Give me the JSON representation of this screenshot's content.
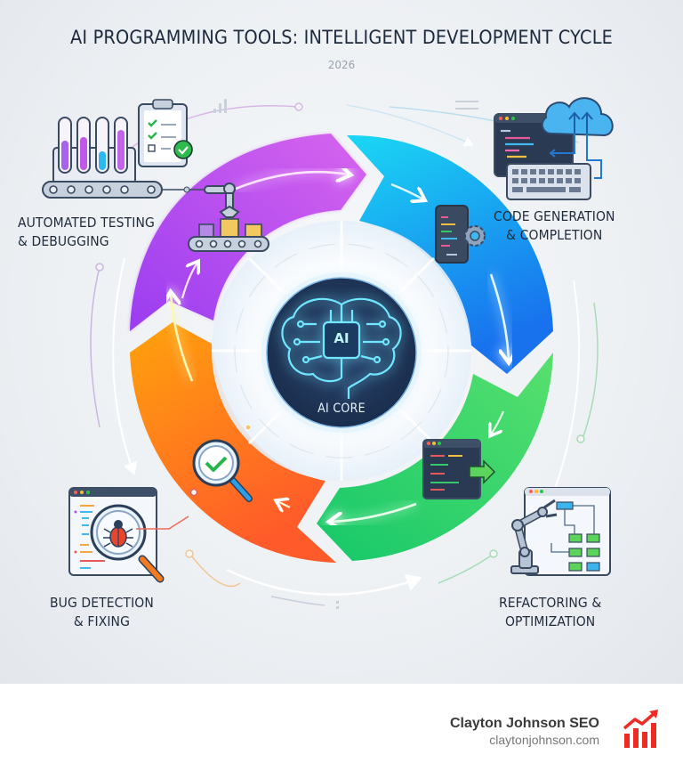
{
  "header": {
    "title": "AI PROGRAMMING TOOLS: INTELLIGENT DEVELOPMENT CYCLE",
    "subtitle": "2026"
  },
  "core": {
    "chip_text": "AI",
    "label": "AI CORE",
    "icon": "brain-circuit-icon"
  },
  "stages": [
    {
      "id": "testing",
      "line1": "AUTOMATED TESTING",
      "line2": "& DEBUGGING",
      "color": "#b44cf0",
      "icons": [
        "test-tubes-icon",
        "checklist-clipboard-icon",
        "conveyor-belt-icon",
        "robot-arm-icon",
        "boxes-icon"
      ]
    },
    {
      "id": "codegen",
      "line1": "CODE GENERATION",
      "line2": "& COMPLETION",
      "color": "#16a6f0",
      "icons": [
        "code-editor-icon",
        "cloud-icon",
        "keyboard-icon",
        "code-gear-icon"
      ]
    },
    {
      "id": "refactor",
      "line1": "REFACTORING &",
      "line2": "OPTIMIZATION",
      "color": "#2fd65c",
      "icons": [
        "code-window-arrow-icon",
        "robot-arm-icon",
        "flowchart-icon"
      ]
    },
    {
      "id": "bug",
      "line1": "BUG DETECTION",
      "line2": "& FIXING",
      "color": "#ff8a10",
      "icons": [
        "magnifier-check-icon",
        "bug-magnifier-icon",
        "code-window-icon"
      ]
    }
  ],
  "colors": {
    "purple": "#b44cf0",
    "cyan": "#17c8f2",
    "blue": "#1f8cf0",
    "green": "#2fd65c",
    "orange": "#ff8a10",
    "core_bg": "#203657",
    "core_glow": "#5fdcff",
    "text_dark": "#1f2b3b"
  },
  "footer": {
    "brand_name": "Clayton Johnson SEO",
    "brand_url": "claytonjohnson.com",
    "logo": "bar-chart-trend-up-icon",
    "logo_color": "#ee2a24"
  }
}
